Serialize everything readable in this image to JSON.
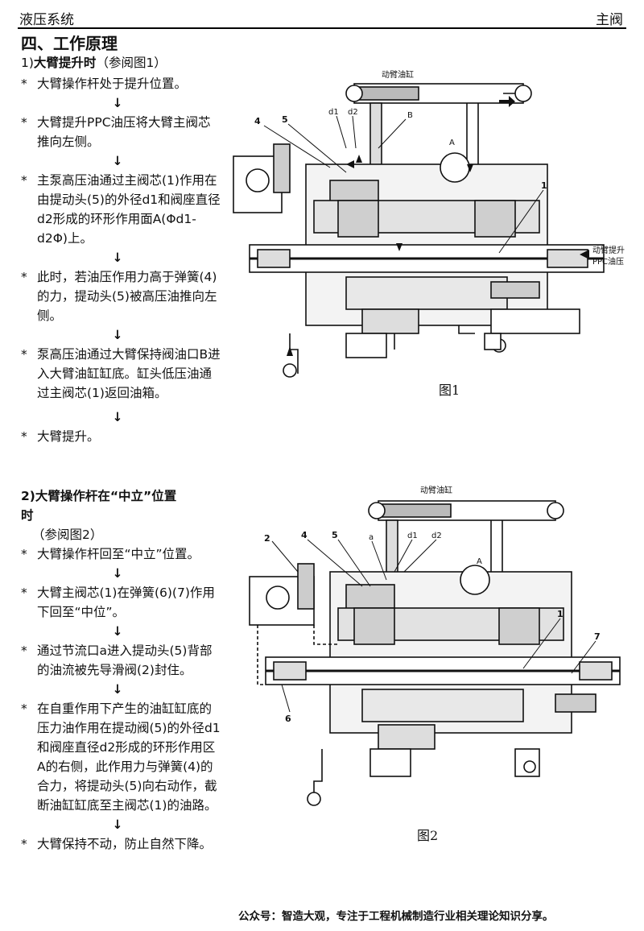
{
  "header": {
    "left": "液压系统",
    "right": "主阀"
  },
  "section_title": "四、工作原理",
  "part1": {
    "title_prefix": "1)",
    "title_bold": "大臂提升时",
    "title_rest": "（参阅图1）",
    "items": [
      "大臂操作杆处于提升位置。",
      "大臂提升PPC油压将大臂主阀芯推向左侧。",
      "主泵高压油通过主阀芯(1)作用在由提动头(5)的外径d1和阀座直径d2形成的环形作用面A(Φd1-d2Φ)上。",
      "此时，若油压作用力高于弹簧(4)的力，提动头(5)被高压油推向左侧。",
      "泵高压油通过大臂保持阀油口B进入大臂油缸缸底。缸头低压油通过主阀芯(1)返回油箱。",
      "大臂提升。"
    ],
    "arrow": "↓"
  },
  "part2": {
    "title_line1": "2)大臂操作杆在“中立”位置",
    "title_line2": "时",
    "subtitle": "（参阅图2）",
    "items": [
      "大臂操作杆回至“中立”位置。",
      "大臂主阀芯(1)在弹簧(6)(7)作用下回至“中位”。",
      "通过节流口a进入提动头(5)背部的油流被先导滑阀(2)封住。",
      "在自重作用下产生的油缸缸底的压力油作用在提动阀(5)的外径d1和阀座直径d2形成的环形作用区A的右侧，此作用力与弹簧(4)的合力，将提动头(5)向右动作，截断油缸缸底至主阀芯(1)的油路。",
      "大臂保持不动，防止自然下降。"
    ]
  },
  "figure1": {
    "caption": "图1",
    "cylinder_label": "动臂油缸",
    "labels": {
      "n4": "4",
      "n5": "5",
      "d1": "d1",
      "d2": "d2",
      "b": "B",
      "a": "A",
      "n1": "1"
    },
    "ppc_label_line1": "动臂提升",
    "ppc_label_line2": "PPC油压"
  },
  "figure2": {
    "caption": "图2",
    "cylinder_label": "动臂油缸",
    "labels": {
      "n2": "2",
      "n4": "4",
      "n5": "5",
      "a_small": "a",
      "d1": "d1",
      "d2": "d2",
      "a": "A",
      "n1": "1",
      "n7": "7",
      "n6": "6"
    }
  },
  "footer": "公众号：智造大观，专注于工程机械制造行业相关理论知识分享。"
}
